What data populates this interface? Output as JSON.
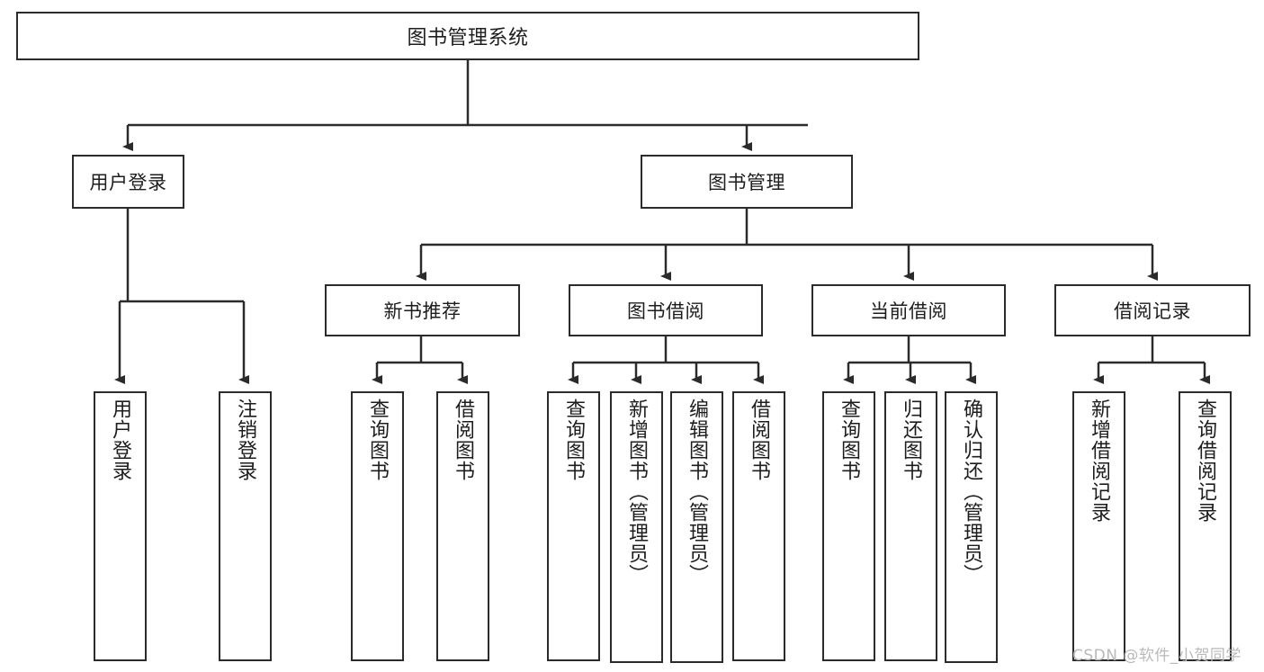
{
  "diagram": {
    "title": "图书管理系统",
    "watermark": "CSDN @软件_小贺同学",
    "line_color": "#2b2b2b",
    "box_fill": "#ffffff",
    "text_color": "#1d1d1d",
    "watermark_color": "#b9b9b9"
  },
  "nodes": {
    "root": {
      "label": "图书管理系统"
    },
    "level2": [
      {
        "label": "用户登录"
      },
      {
        "label": "图书管理"
      }
    ],
    "level3": [
      {
        "label": "新书推荐"
      },
      {
        "label": "图书借阅"
      },
      {
        "label": "当前借阅"
      },
      {
        "label": "借阅记录"
      }
    ],
    "leaves": {
      "user_login": [
        {
          "label": "用户登录"
        },
        {
          "label": "注销登录"
        }
      ],
      "new_book": [
        {
          "label": "查询图书"
        },
        {
          "label": "借阅图书"
        }
      ],
      "borrow_book": [
        {
          "label": "查询图书"
        },
        {
          "label": "新增图书（管理员）"
        },
        {
          "label": "编辑图书（管理员）"
        },
        {
          "label": "借阅图书"
        }
      ],
      "current_borrow": [
        {
          "label": "查询图书"
        },
        {
          "label": "归还图书"
        },
        {
          "label": "确认归还（管理员）"
        }
      ],
      "borrow_record": [
        {
          "label": "新增借阅记录"
        },
        {
          "label": "查询借阅记录"
        }
      ]
    }
  }
}
